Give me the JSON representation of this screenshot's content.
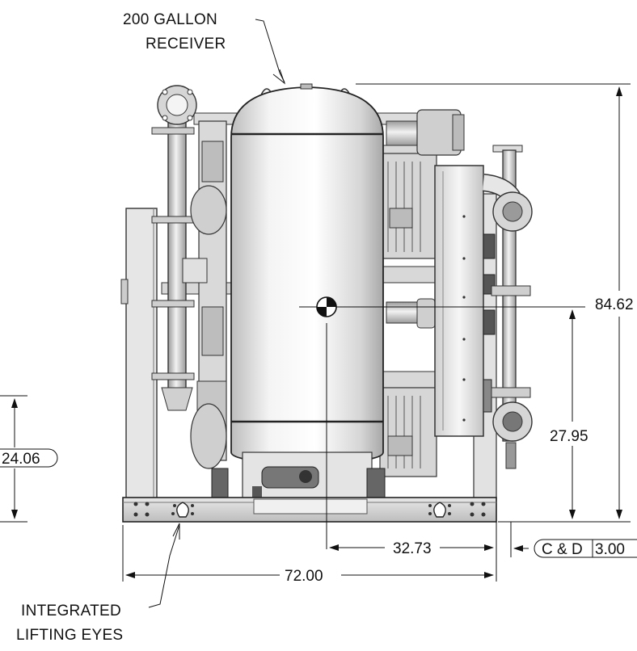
{
  "callouts": {
    "receiver_line1": "200 GALLON",
    "receiver_line2": "RECEIVER",
    "lifting_line1": "INTEGRATED",
    "lifting_line2": "LIFTING EYES"
  },
  "dimensions": {
    "overall_height": "84.62",
    "cog_height": "27.95",
    "left_height": "24.06",
    "cog_horizontal": "32.73",
    "overall_width": "72.00",
    "datum_label": "C & D",
    "datum_offset": "3.00"
  }
}
